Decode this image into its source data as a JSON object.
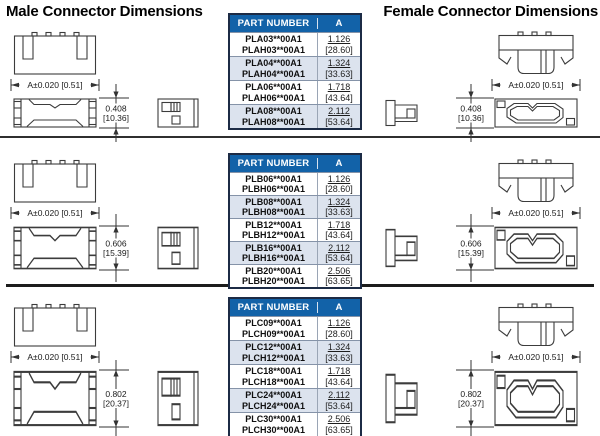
{
  "titles": {
    "male": "Male Connector Dimensions",
    "female": "Female Connector Dimensions"
  },
  "table_header": {
    "part": "PART NUMBER",
    "a": "A"
  },
  "width_dim": "A±0.020 [0.51]",
  "colors": {
    "table_header_bg": "#1262a8",
    "row_alt_bg": "#dce3ee",
    "line_art": "#3c3c3c"
  },
  "sections": [
    {
      "height_dim": {
        "in": "0.408",
        "mm": "[10.36]"
      },
      "rows": [
        {
          "part_a": "PLA03**00A1",
          "part_b": "PLAH03**00A1",
          "a_in": "1.126",
          "a_mm": "[28.60]"
        },
        {
          "part_a": "PLA04**00A1",
          "part_b": "PLAH04**00A1",
          "a_in": "1.324",
          "a_mm": "[33.63]"
        },
        {
          "part_a": "PLA06**00A1",
          "part_b": "PLAH06**00A1",
          "a_in": "1.718",
          "a_mm": "[43.64]"
        },
        {
          "part_a": "PLA08**00A1",
          "part_b": "PLAH08**00A1",
          "a_in": "2.112",
          "a_mm": "[53.64]"
        }
      ]
    },
    {
      "height_dim": {
        "in": "0.606",
        "mm": "[15.39]"
      },
      "rows": [
        {
          "part_a": "PLB06**00A1",
          "part_b": "PLBH06**00A1",
          "a_in": "1.126",
          "a_mm": "[28.60]"
        },
        {
          "part_a": "PLB08**00A1",
          "part_b": "PLBH08**00A1",
          "a_in": "1.324",
          "a_mm": "[33.63]"
        },
        {
          "part_a": "PLB12**00A1",
          "part_b": "PLBH12**00A1",
          "a_in": "1.718",
          "a_mm": "[43.64]"
        },
        {
          "part_a": "PLB16**00A1",
          "part_b": "PLBH16**00A1",
          "a_in": "2.112",
          "a_mm": "[53.64]"
        },
        {
          "part_a": "PLB20**00A1",
          "part_b": "PLBH20**00A1",
          "a_in": "2.506",
          "a_mm": "[63.65]"
        }
      ]
    },
    {
      "height_dim": {
        "in": "0.802",
        "mm": "[20.37]"
      },
      "rows": [
        {
          "part_a": "PLC09**00A1",
          "part_b": "PLCH09**00A1",
          "a_in": "1.126",
          "a_mm": "[28.60]"
        },
        {
          "part_a": "PLC12**00A1",
          "part_b": "PLCH12**00A1",
          "a_in": "1.324",
          "a_mm": "[33.63]"
        },
        {
          "part_a": "PLC18**00A1",
          "part_b": "PLCH18**00A1",
          "a_in": "1.718",
          "a_mm": "[43.64]"
        },
        {
          "part_a": "PLC24**00A1",
          "part_b": "PLCH24**00A1",
          "a_in": "2.112",
          "a_mm": "[53.64]"
        },
        {
          "part_a": "PLC30**00A1",
          "part_b": "PLCH30**00A1",
          "a_in": "2.506",
          "a_mm": "[63.65]"
        }
      ]
    }
  ]
}
